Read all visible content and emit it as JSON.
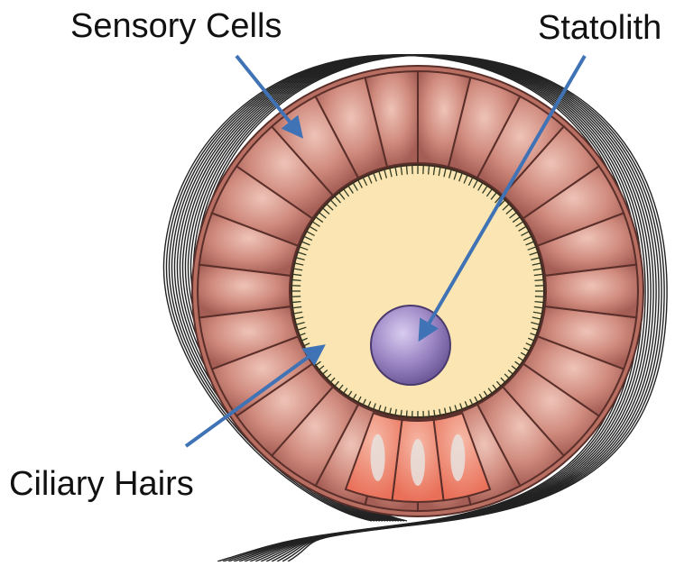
{
  "labels": {
    "sensory_cells": "Sensory Cells",
    "statolith": "Statolith",
    "ciliary_hairs": "Ciliary Hairs"
  },
  "colors": {
    "cell_fill": "#c98073",
    "cell_highlight": "#e9b3a7",
    "cell_outline": "#5a2f2a",
    "inner_cavity": "#fbe5b3",
    "statolith": "#9c86c4",
    "arrow": "#3f73b5",
    "nerve_fibers": "#222222",
    "lower_cells": "#f0907a"
  }
}
